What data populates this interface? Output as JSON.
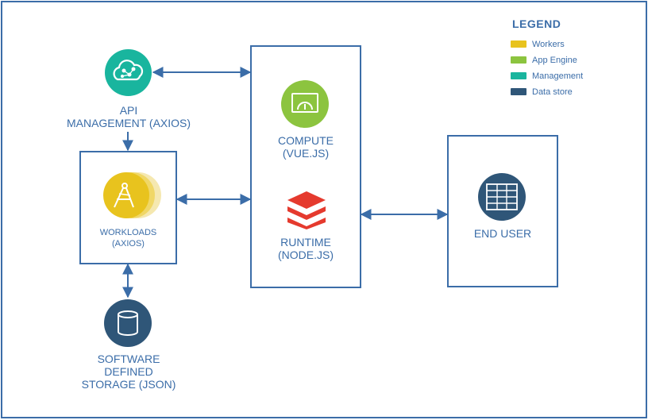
{
  "legend": {
    "title": "LEGEND",
    "items": [
      {
        "label": "Workers",
        "color": "#e8c31e"
      },
      {
        "label": "App Engine",
        "color": "#8cc43f"
      },
      {
        "label": "Management",
        "color": "#19b59e"
      },
      {
        "label": "Data store",
        "color": "#2f5678"
      }
    ]
  },
  "nodes": {
    "api": {
      "label": "API\nMANAGEMENT (AXIOS)",
      "icon": "cloud-network-icon"
    },
    "workloads": {
      "label": "WORKLOADS\n(AXIOS)",
      "icon": "compass-icon"
    },
    "storage": {
      "label": "SOFTWARE\nDEFINED\nSTORAGE (JSON)",
      "icon": "database-icon"
    },
    "compute": {
      "label": "COMPUTE\n(VUE.JS)",
      "icon": "gauge-icon"
    },
    "runtime": {
      "label": "RUNTIME\n(NODE.JS)",
      "icon": "layers-icon"
    },
    "end_user": {
      "label": "END USER",
      "icon": "table-icon"
    }
  },
  "colors": {
    "line": "#3b6da8",
    "workers": "#e8c31e",
    "app_engine": "#8cc43f",
    "management": "#19b59e",
    "data_store": "#2f5678",
    "runtime": "#e53a2e"
  }
}
